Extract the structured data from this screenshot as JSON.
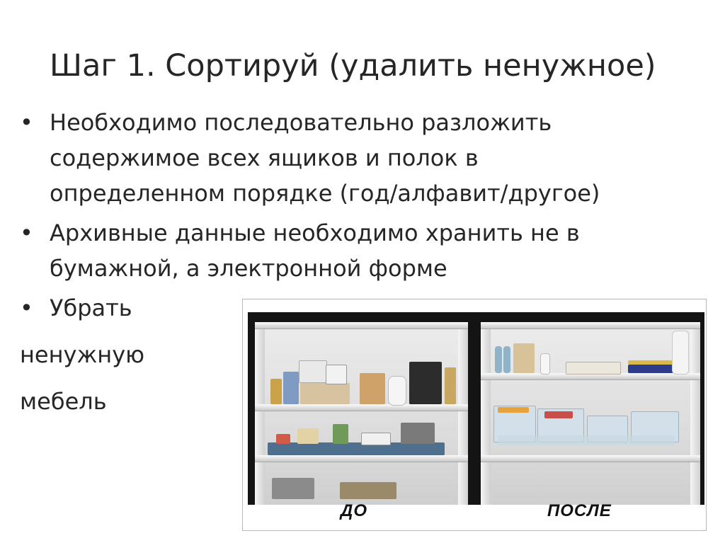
{
  "slide": {
    "title": "Шаг 1. Сортируй (удалить ненужное)",
    "bullets": [
      {
        "marker": "•",
        "lines": [
          "Необходимо последовательно разложить",
          "содержимое всех ящиков и полок в",
          "определенном порядке (год/алфавит/другое)"
        ]
      },
      {
        "marker": "•",
        "lines": [
          "Архивные данные необходимо хранить не в",
          "бумажной, а электронной форме"
        ]
      },
      {
        "marker": "•",
        "lines": [
          "Убрать"
        ]
      }
    ],
    "continuation_lines": [
      "ненужную",
      "мебель"
    ]
  },
  "photo": {
    "before_label": "ДО",
    "after_label": "ПОСЛЕ"
  },
  "colors": {
    "text": "#262626",
    "background": "#ffffff",
    "photo_frame": "#141414"
  }
}
